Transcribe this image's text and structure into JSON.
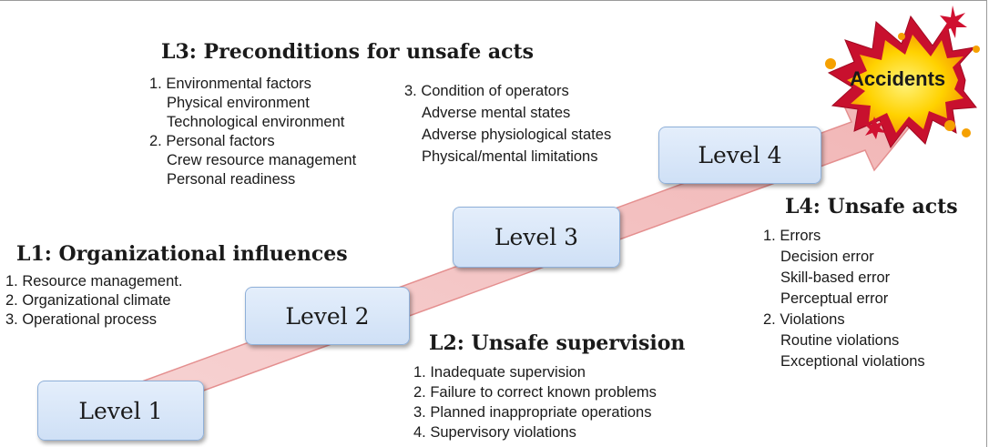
{
  "accident_badge": {
    "label": "Accidents"
  },
  "levels": [
    {
      "key": "level1",
      "label": "Level 1"
    },
    {
      "key": "level2",
      "label": "Level 2"
    },
    {
      "key": "level3",
      "label": "Level 3"
    },
    {
      "key": "level4",
      "label": "Level 4"
    }
  ],
  "l1": {
    "heading": "L1: Organizational influences",
    "items": [
      "1. Resource management.",
      "2. Organizational climate",
      "3. Operational process"
    ]
  },
  "l2": {
    "heading": "L2: Unsafe supervision",
    "items": [
      "1. Inadequate supervision",
      "2. Failure to correct known problems",
      "3. Planned inappropriate operations",
      "4. Supervisory violations"
    ]
  },
  "l3": {
    "heading": "L3: Preconditions for unsafe acts",
    "items_left": [
      "1. Environmental factors",
      "Physical environment",
      "Technological environment",
      "2. Personal factors",
      "Crew resource management",
      "Personal readiness"
    ],
    "items_right": [
      "3. Condition of operators",
      "Adverse mental states",
      "Adverse physiological states",
      "Physical/mental limitations"
    ]
  },
  "l4": {
    "heading": "L4: Unsafe acts",
    "items": [
      "1. Errors",
      "Decision error",
      "Skill-based error",
      "Perceptual error",
      "2. Violations",
      "Routine violations",
      "Exceptional violations"
    ]
  },
  "colors": {
    "arrow": "#f3c3c3",
    "arrow_border": "#e48f8f",
    "box_fill": "#d6e5f7",
    "box_border": "#8fb0d9",
    "burst_outer": "#c8102e",
    "burst_inner": "#ffd200"
  }
}
